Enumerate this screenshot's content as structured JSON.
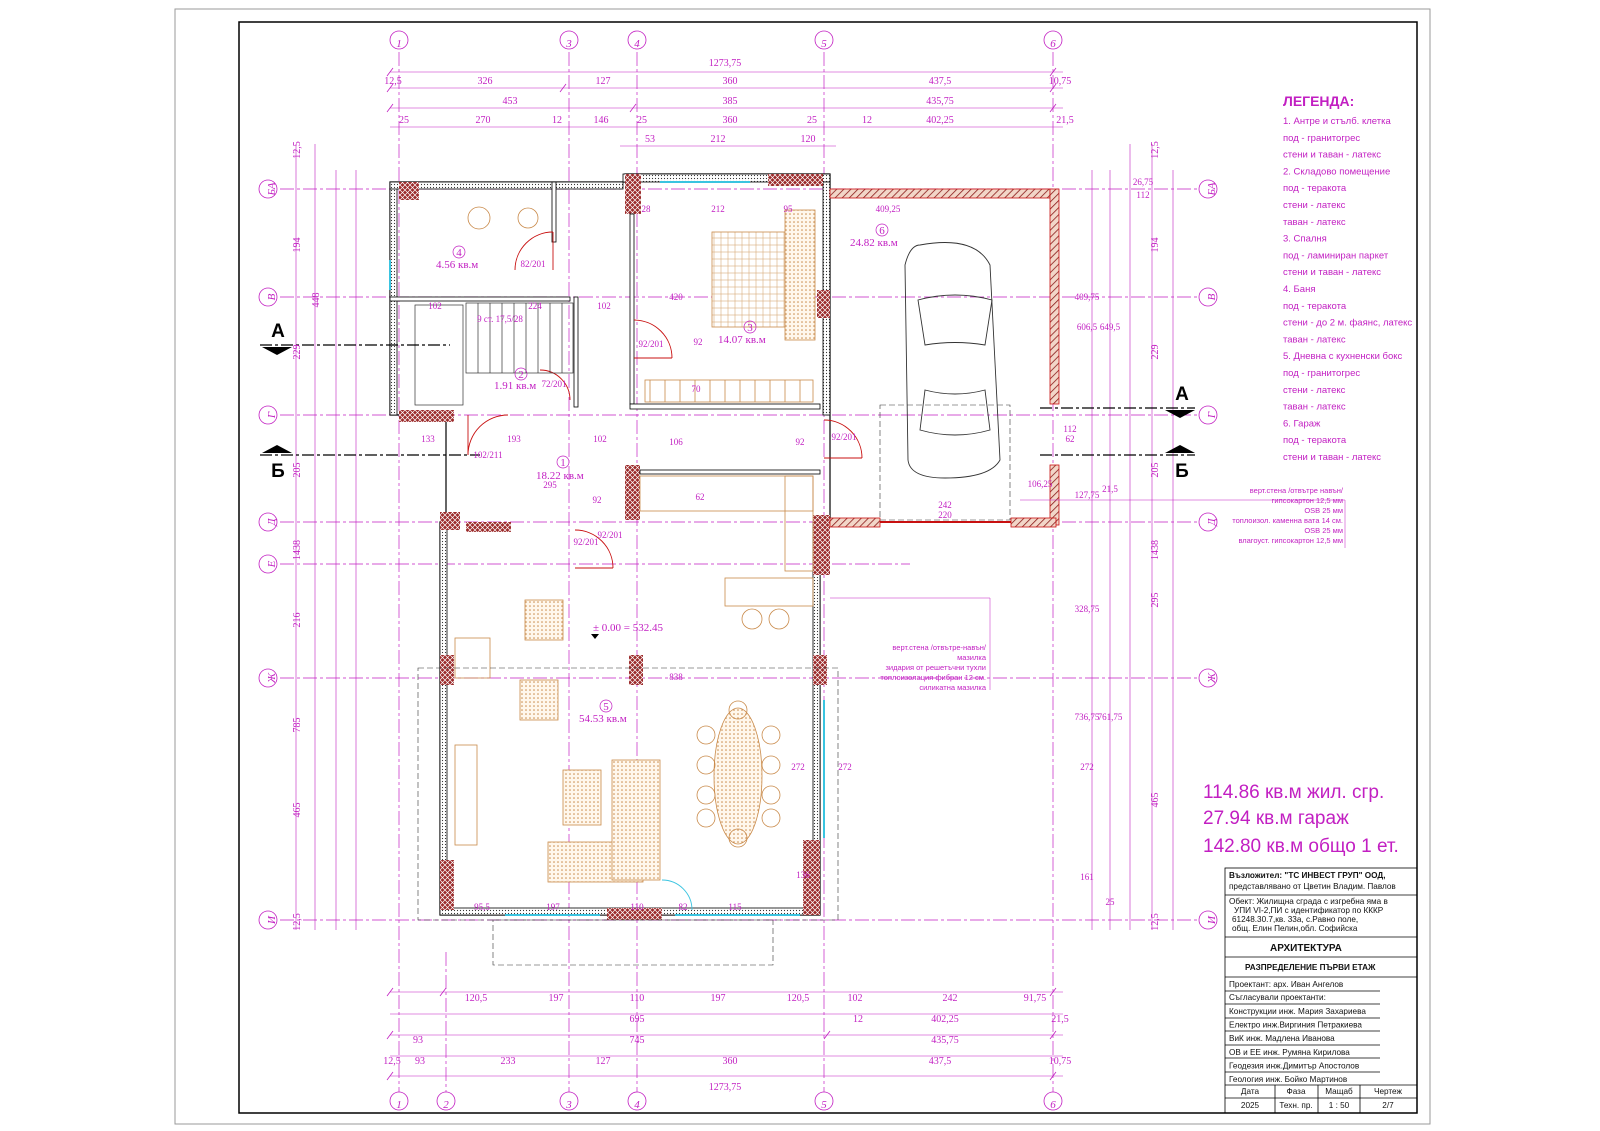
{
  "legend": {
    "title": "ЛЕГЕНДА:",
    "items": [
      "1. Антре и стълб. клетка",
      "под - гранитогрес",
      "стени и таван - латекс",
      "2. Складово помещение",
      "под - теракота",
      "стени - латекс",
      "таван - латекс",
      "3. Спалня",
      "под - ламиниран паркет",
      "стени и таван - латекс",
      "4. Баня",
      "под - теракота",
      "стени - до 2 м. фаянс, латекс",
      "таван - латекс",
      "5. Дневна с кухненски бокс",
      "под - гранитогрес",
      "стени - латекс",
      "таван - латекс",
      "6. Гараж",
      "под - теракота",
      "стени и таван - латекс"
    ]
  },
  "areas_summary": {
    "living": "114.86 кв.м жил. сгр.",
    "garage": "27.94 кв.м гараж",
    "total": "142.80 кв.м общо 1 ет."
  },
  "rooms": {
    "r1": {
      "num": "1",
      "area": "18.22 кв.м"
    },
    "r2": {
      "num": "2",
      "area": "1.91 кв.м"
    },
    "r3": {
      "num": "3",
      "area": "14.07 кв.м"
    },
    "r4": {
      "num": "4",
      "area": "4.56 кв.м"
    },
    "r5": {
      "num": "5",
      "area": "54.53 кв.м"
    },
    "r6": {
      "num": "6",
      "area": "24.82 кв.м"
    }
  },
  "level_mark": "± 0.00 = 532.45",
  "section_labels": {
    "a": "А",
    "b": "Б"
  },
  "axes": {
    "vertical": [
      "1",
      "2",
      "3",
      "4",
      "5",
      "6"
    ],
    "horizontal": [
      "БА",
      "В",
      "Г",
      "Д",
      "Е",
      "Ж",
      "И"
    ]
  },
  "top_dims": {
    "overall": "1273,75",
    "row1": [
      "12,5",
      "326",
      "127",
      "360",
      "437,5",
      "10,75"
    ],
    "row2": [
      "453",
      "385",
      "435,75"
    ],
    "row3": [
      "25",
      "270",
      "12",
      "146",
      "25",
      "360",
      "25",
      "12",
      "402,25",
      "21,5"
    ],
    "row4": [
      "53",
      "212",
      "120"
    ]
  },
  "bottom_dims": {
    "overall": "1273,75",
    "row1": [
      "120,5",
      "197",
      "110",
      "197",
      "120,5",
      "102",
      "242",
      "91,75"
    ],
    "row2": [
      "695",
      "12",
      "402,25",
      "21,5"
    ],
    "row3": [
      "93",
      "745",
      "435,75"
    ],
    "row4": [
      "12,5",
      "93",
      "233",
      "127",
      "360",
      "437,5",
      "10,75"
    ]
  },
  "left_dims": [
    "12,5",
    "194",
    "448",
    "229",
    "205",
    "1438",
    "216",
    "785",
    "465",
    "12,5"
  ],
  "right_dims": [
    "12,5",
    "194",
    "229",
    "205",
    "1438",
    "295",
    "465",
    "12,5"
  ],
  "inner_dims": {
    "plan": [
      "28",
      "212",
      "95",
      "409,25",
      "224",
      "102",
      "102",
      "9 ст. 17,5/28",
      "133",
      "193",
      "102",
      "295",
      "92",
      "197",
      "110",
      "82",
      "115",
      "95,5",
      "838",
      "272",
      "272",
      "136",
      "106",
      "420",
      "92",
      "70",
      "92",
      "242",
      "220",
      "112",
      "62",
      "106,25",
      "127,75",
      "328,75",
      "606,5",
      "649,5",
      "409,75",
      "736,75",
      "761,75",
      "272",
      "161",
      "25",
      "21,5",
      "26,75",
      "112",
      "62"
    ],
    "doors": [
      "82/201",
      "92/201",
      "92/201",
      "92/201",
      "102/211",
      "72/201",
      "92/201"
    ]
  },
  "wall_notes_right": [
    "верт.стена /отвътре навън/",
    "гипсокартон 12,5 мм",
    "OSB 25 мм",
    "топлоизол. каменна вата 14 см.",
    "OSB 25 мм",
    "влагоуст. гипсокартон 12,5 мм"
  ],
  "wall_notes_center": [
    "верт.стена /отвътре-навън/",
    "мазилка",
    "зидария от решетъчни тухли",
    "топлоизолация фибран 12 см.",
    "силикатна мазилка"
  ],
  "title_block": {
    "client_line1": "Възложител: \"ТС ИНВЕСТ ГРУП\" ООД,",
    "client_line2": "представлявано от Цветин Владим. Павлов",
    "object_line1": "Обект: Жилищна сграда с изгребна яма  в",
    "object_line2": "УПИ VI-2,ПИ с идентификатор по КККР",
    "object_line3": "61248.30.7,кв. 33а, с.Равно поле,",
    "object_line4": "общ. Елин Пелин,обл. Софийска",
    "section": "АРХИТЕКТУРА",
    "sheet_title": "РАЗПРЕДЕЛЕНИЕ ПЪРВИ ЕТАЖ",
    "designer": "Проектант:     арх. Иван Ангелов",
    "agreed": "Съгласували проектанти:",
    "engineers": [
      "Конструкции инж. Мария Захариева",
      "Електро инж.Виргиния Петракиева",
      "ВиК инж. Мадлена Иванова",
      "ОВ и ЕЕ инж. Румяна Кирилова",
      "Геодезия инж.Димитър Апостолов",
      "Геология инж. Бойко Мартинов"
    ],
    "headers": [
      "Дата",
      "Фаза",
      "Мащаб",
      "Чертеж"
    ],
    "values": [
      "2025",
      "Техн. пр.",
      "1 : 50",
      "2/7"
    ]
  }
}
